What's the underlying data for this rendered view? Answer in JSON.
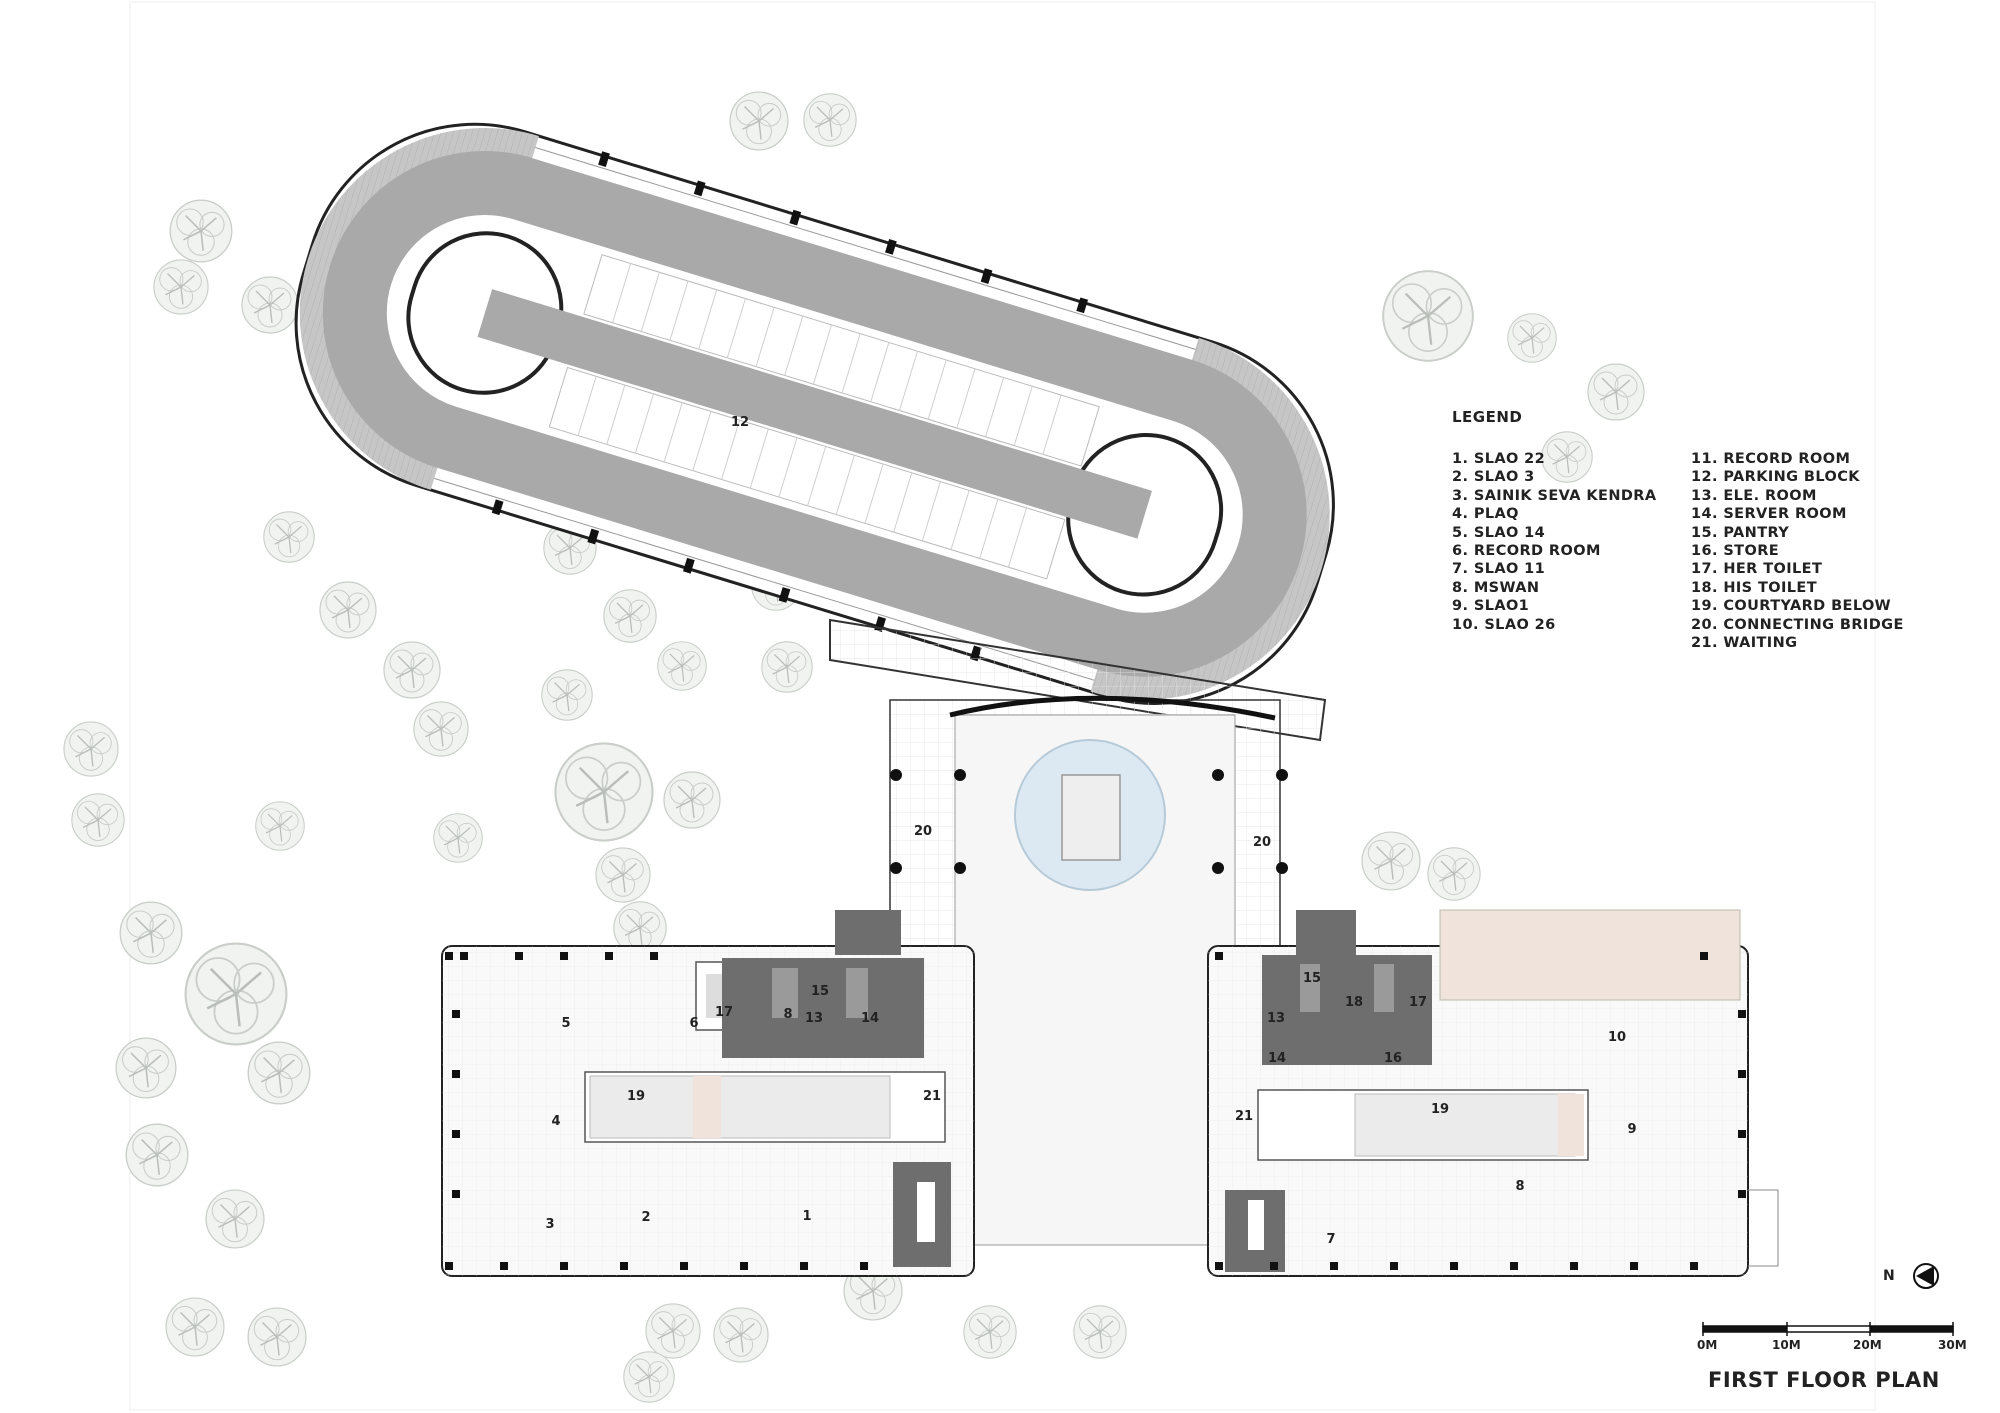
{
  "legend": {
    "title": "LEGEND",
    "items": [
      "1.  SLAO 22",
      "2.  SLAO 3",
      "3.  SAINIK SEVA KENDRA",
      "4.  PLAQ",
      "5.  SLAO 14",
      "6.  RECORD ROOM",
      "7.  SLAO 11",
      "8.  MSWAN",
      "9.  SLAO1",
      "10. SLAO 26",
      "11.  RECORD ROOM",
      "12.  PARKING BLOCK",
      "13.  ELE. ROOM",
      "14.  SERVER ROOM",
      "15.  PANTRY",
      "16.  STORE",
      "17.  HER TOILET",
      "18.  HIS TOILET",
      "19.  COURTYARD BELOW",
      "20.  CONNECTING BRIDGE",
      "21.  WAITING"
    ]
  },
  "plan_title": "FIRST FLOOR PLAN",
  "north_label": "N",
  "scale_bar": {
    "labels": [
      "0M",
      "10M",
      "20M",
      "30M"
    ]
  },
  "room_labels": {
    "parking": "12",
    "bridge_left": "20",
    "bridge_right": "20",
    "left_wing": {
      "r1": "1",
      "r2": "2",
      "r3": "3",
      "r4": "4",
      "r5": "5",
      "r6": "6",
      "r13": "13",
      "r14": "14",
      "r15": "15",
      "r17": "17",
      "r8": "8",
      "r19": "19",
      "r21": "21"
    },
    "right_wing": {
      "r7": "7",
      "r8": "8",
      "r9": "9",
      "r10": "10",
      "r13": "13",
      "r14": "14",
      "r15": "15",
      "r16": "16",
      "r17": "17",
      "r18": "18",
      "r19": "19",
      "r21": "21"
    }
  },
  "colors": {
    "wall": "#111111",
    "parking_road": "#a9a9a9",
    "ramp": "#c8c8c8",
    "tree": "#e2e6e2",
    "fountain": "#dce9f3",
    "service_core": "#6e6e6e",
    "courtyard_deck": "#efe3dc"
  }
}
